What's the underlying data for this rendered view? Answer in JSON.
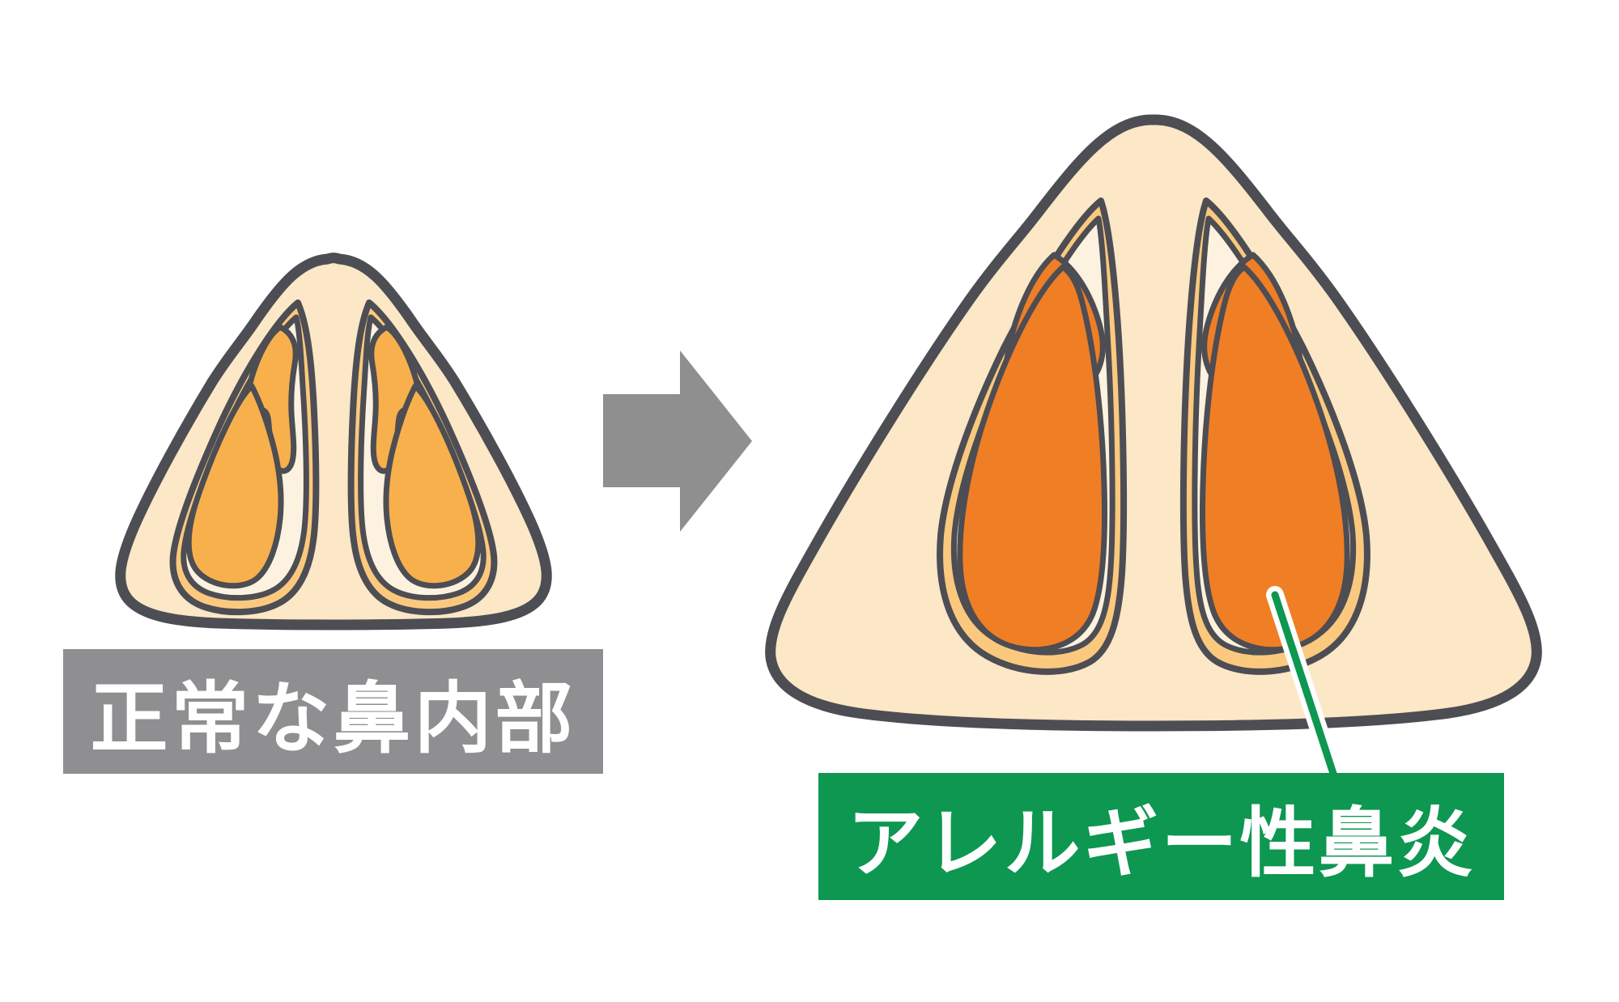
{
  "diagram": {
    "normal_label": "正常な鼻内部",
    "allergic_label": "アレルギー性鼻炎",
    "arrow_icon": "right-arrow",
    "pointer_icon": "callout-line"
  },
  "colors": {
    "background": "#ffffff",
    "outline": "#4d4d54",
    "skin": "#fce7c6",
    "band": "#fbc97e",
    "cream": "#fcf2df",
    "turbinate_normal": "#f8b04c",
    "turbinate_swollen": "#f07e25",
    "arrow_gray": "#8f8f90",
    "label_gray_bg": "#8f8f91",
    "label_green_bg": "#0d9751",
    "label_text": "#ffffff",
    "pointer_green": "#0d9751",
    "pointer_casing": "#ffffff"
  }
}
